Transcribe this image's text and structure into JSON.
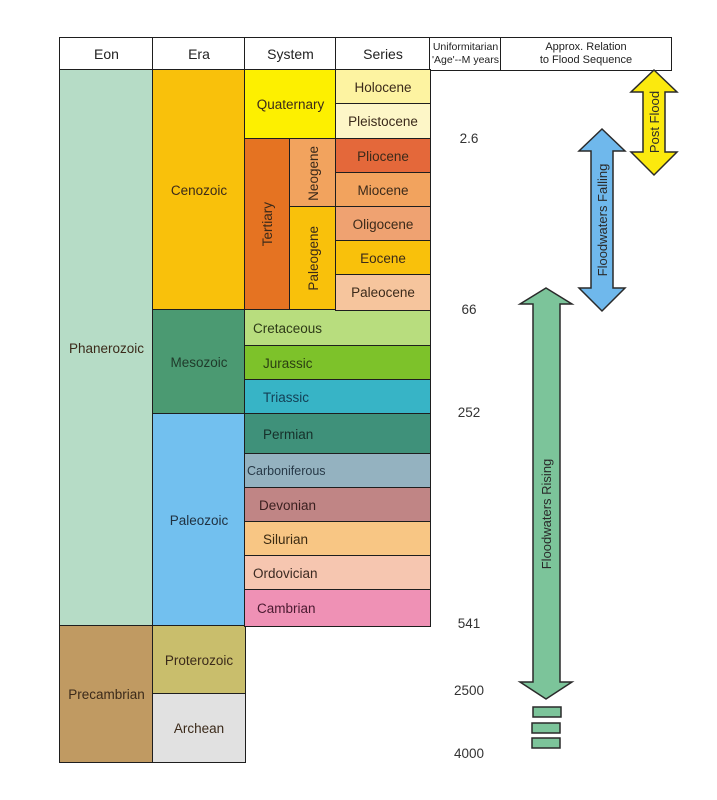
{
  "headers": {
    "eon": "Eon",
    "era": "Era",
    "system": "System",
    "series": "Series",
    "age": "Uniformitarian 'Age'--M years",
    "age_line1": "Uniformitarian",
    "age_line2": "'Age'--M years",
    "relation_line1": "Approx. Relation",
    "relation_line2": "to Flood Sequence"
  },
  "eons": [
    {
      "name": "Phanerozoic",
      "color": "#b6dcc6"
    },
    {
      "name": "Precambrian",
      "color": "#c09a62"
    }
  ],
  "eras": [
    {
      "name": "Cenozoic",
      "color": "#f9c10b"
    },
    {
      "name": "Mesozoic",
      "color": "#4b9a72"
    },
    {
      "name": "Paleozoic",
      "color": "#72c0ef"
    },
    {
      "name": "Proterozoic",
      "color": "#c9be6c"
    },
    {
      "name": "Archean",
      "color": "#e1e1e1"
    }
  ],
  "systems": {
    "quaternary": {
      "name": "Quaternary",
      "color": "#fdf000"
    },
    "tertiary": {
      "name": "Tertiary",
      "color": "#e57322"
    },
    "neogene": {
      "name": "Neogene",
      "color": "#f2a35e"
    },
    "paleogene": {
      "name": "Paleogene",
      "color": "#f9c10b"
    },
    "cretaceous": {
      "name": "Cretaceous",
      "color": "#b8dd7e"
    },
    "jurassic": {
      "name": "Jurassic",
      "color": "#7dc22a"
    },
    "triassic": {
      "name": "Triassic",
      "color": "#37b4c6"
    },
    "permian": {
      "name": "Permian",
      "color": "#3f917a"
    },
    "carboniferous": {
      "name": "Carboniferous",
      "color": "#94b2c0"
    },
    "devonian": {
      "name": "Devonian",
      "color": "#c08585"
    },
    "silurian": {
      "name": "Silurian",
      "color": "#f8c684"
    },
    "ordovician": {
      "name": "Ordovician",
      "color": "#f6c6b0"
    },
    "cambrian": {
      "name": "Cambrian",
      "color": "#ef91b5"
    }
  },
  "series": [
    {
      "name": "Holocene",
      "color": "#fdf3a1"
    },
    {
      "name": "Pleistocene",
      "color": "#fdf6c7"
    },
    {
      "name": "Pliocene",
      "color": "#e4683a"
    },
    {
      "name": "Miocene",
      "color": "#f2a35e"
    },
    {
      "name": "Oligocene",
      "color": "#efa271"
    },
    {
      "name": "Eocene",
      "color": "#f9c10b"
    },
    {
      "name": "Paleocene",
      "color": "#f6c59d"
    }
  ],
  "ages": [
    {
      "value": "2.6"
    },
    {
      "value": "66"
    },
    {
      "value": "252"
    },
    {
      "value": "541"
    },
    {
      "value": "2500"
    },
    {
      "value": "4000"
    }
  ],
  "flood_sequence": [
    {
      "label": "Post Flood",
      "color": "#fbe90e"
    },
    {
      "label": "Floodwaters Falling",
      "color": "#6fb8ec"
    },
    {
      "label": "Floodwaters Rising",
      "color": "#7cc49a"
    }
  ]
}
